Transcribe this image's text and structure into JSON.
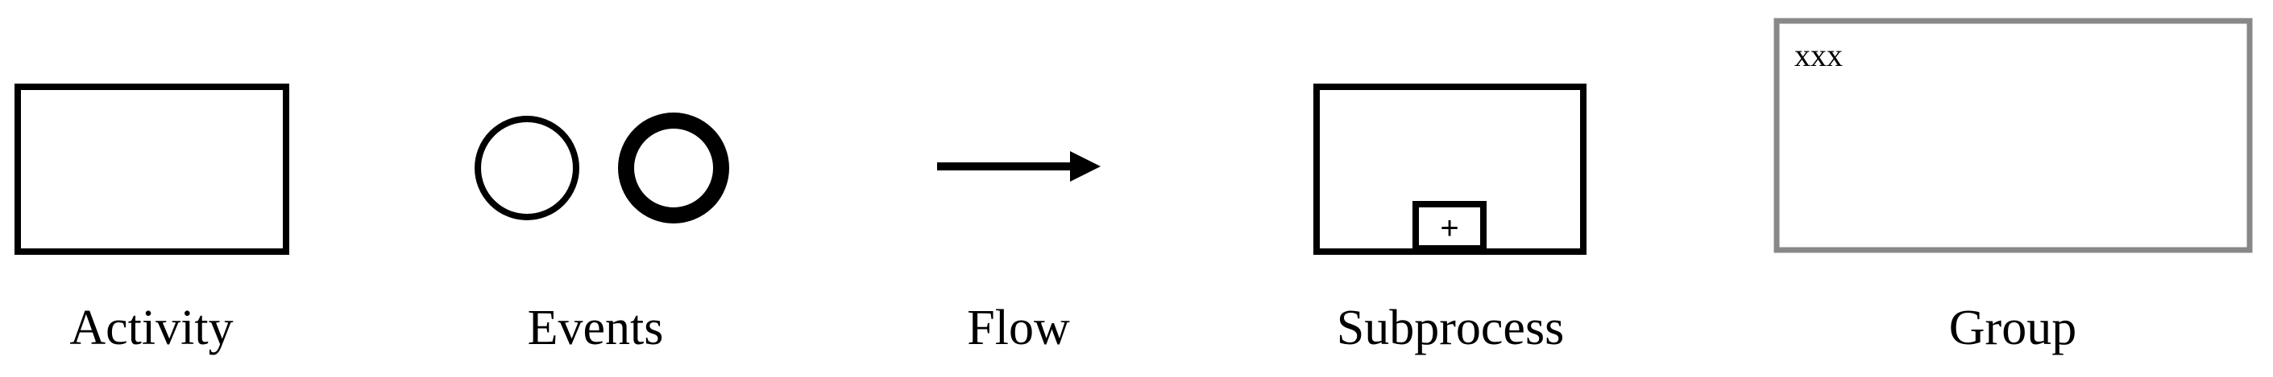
{
  "legend": {
    "activity": {
      "label": "Activity"
    },
    "events": {
      "label": "Events"
    },
    "flow": {
      "label": "Flow"
    },
    "subprocess": {
      "label": "Subprocess",
      "marker": "+"
    },
    "group": {
      "label": "Group",
      "inner_text": "xxx"
    }
  },
  "colors": {
    "stroke": "#000000",
    "group_stroke": "#888888",
    "background": "#ffffff"
  }
}
